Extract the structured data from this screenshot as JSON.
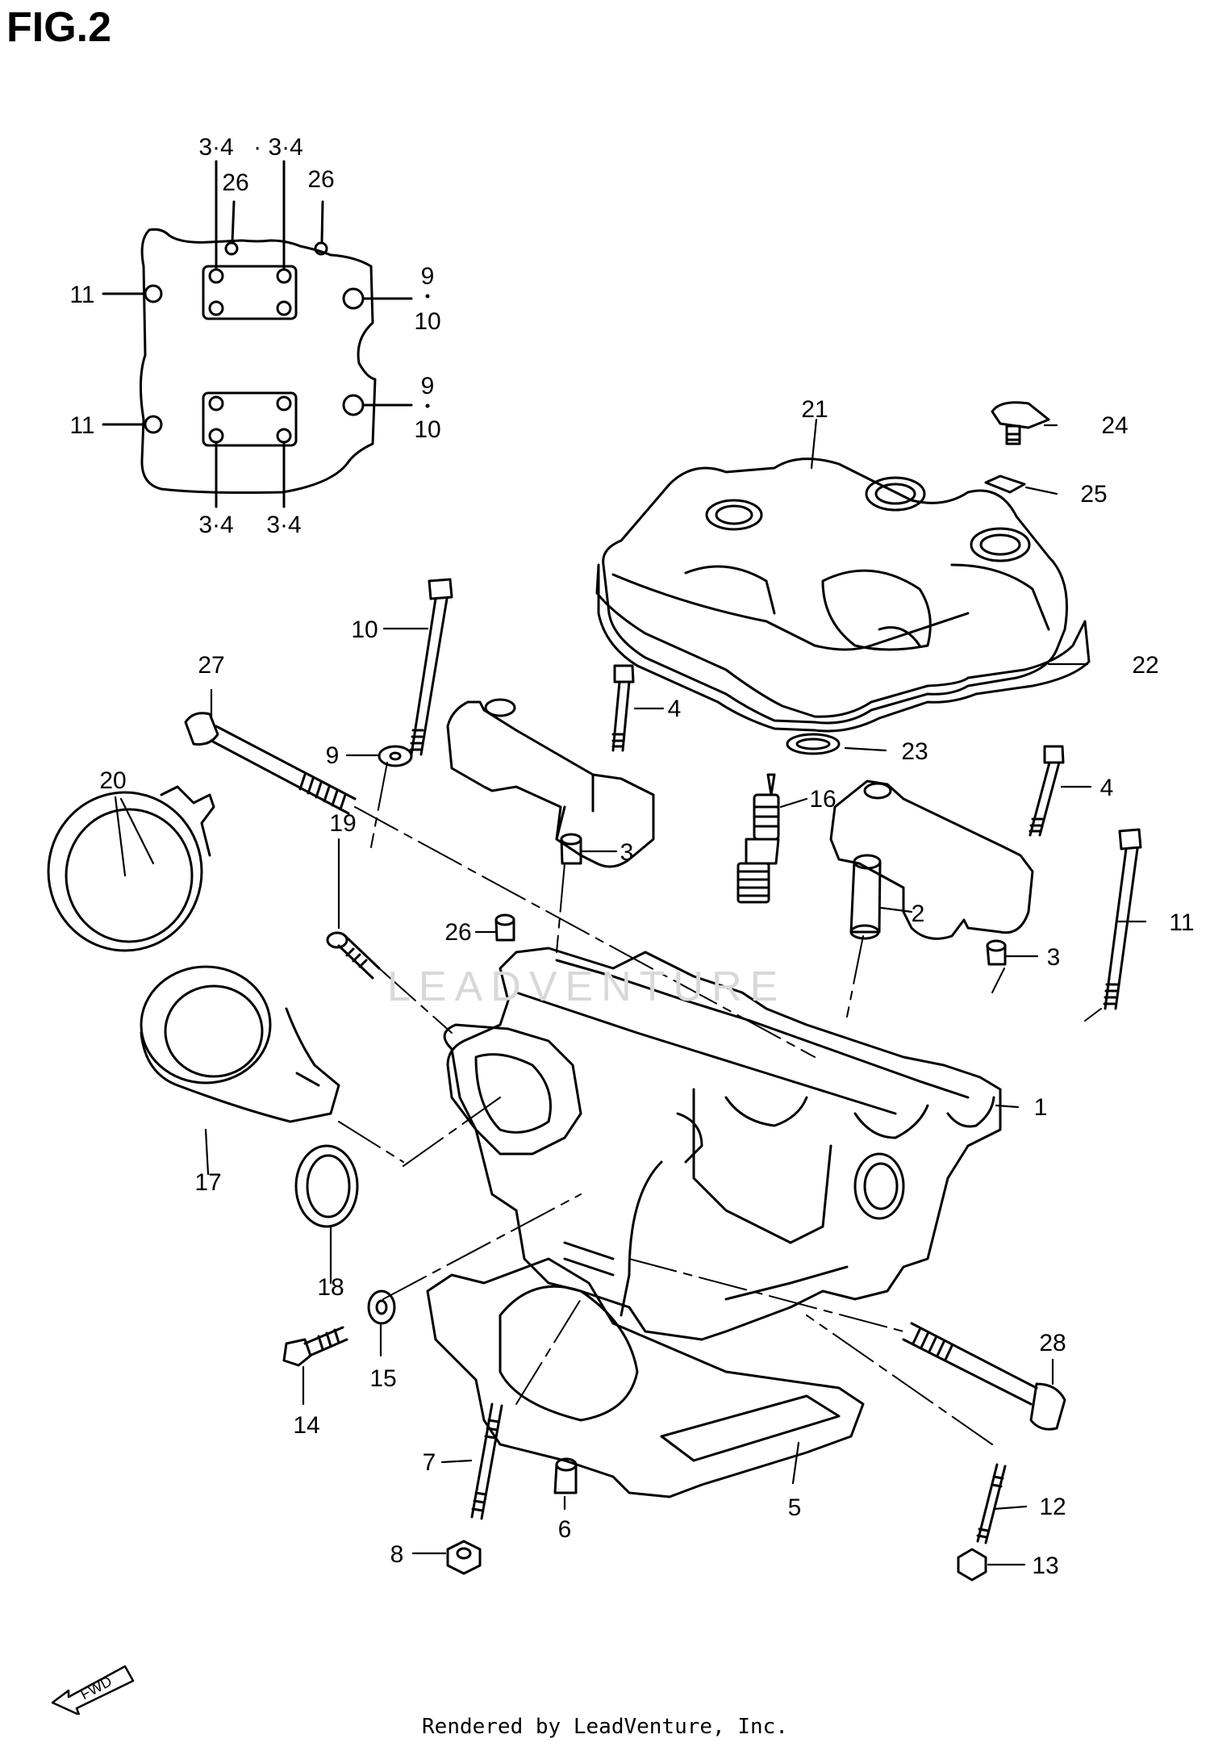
{
  "title": "FIG.2",
  "footer": "Rendered by LeadVenture, Inc.",
  "watermark": "LEADVENTURE",
  "direction_label": "FWD",
  "inset_labels": {
    "top_left_pair": "3·4",
    "top_right_pair": "· 3·4",
    "dowel_left": "26",
    "dowel_right": "26",
    "bolt_upper_left": "11",
    "bolt_lower_left": "11",
    "upper_right_9": "9",
    "upper_right_10": "10",
    "lower_right_9": "9",
    "lower_right_10": "10",
    "bottom_left_pair": "3·4",
    "bottom_right_pair": "3·4"
  },
  "callouts": {
    "c1": "1",
    "c2": "2",
    "c3a": "3",
    "c3b": "3",
    "c4a": "4",
    "c4b": "4",
    "c5": "5",
    "c6": "6",
    "c7": "7",
    "c8": "8",
    "c9": "9",
    "c10": "10",
    "c11": "11",
    "c12": "12",
    "c13": "13",
    "c14": "14",
    "c15": "15",
    "c16": "16",
    "c17": "17",
    "c18": "18",
    "c19": "19",
    "c20": "20",
    "c21": "21",
    "c22": "22",
    "c23": "23",
    "c24": "24",
    "c25": "25",
    "c26": "26",
    "c27": "27",
    "c28": "28"
  }
}
